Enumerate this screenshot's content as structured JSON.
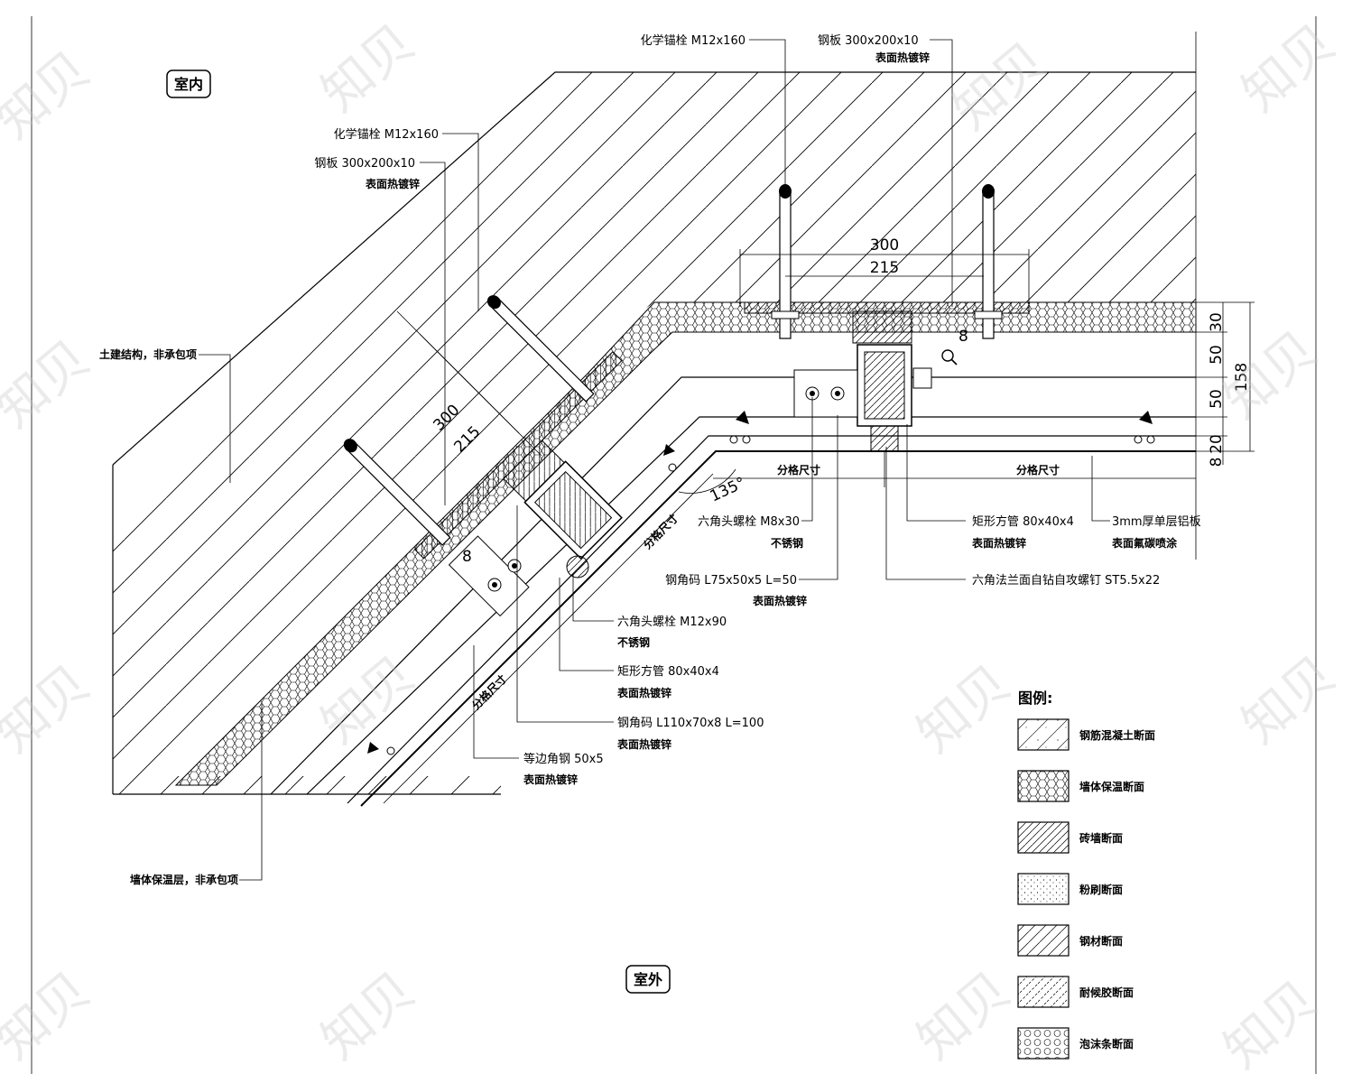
{
  "labels": {
    "indoor": "室内",
    "outdoor": "室外",
    "anchor_top": "化学锚栓 M12x160",
    "plate_top": "钢板 300x200x10",
    "plate_top_finish": "表面热镀锌",
    "anchor_left": "化学锚栓 M12x160",
    "plate_left": "钢板 300x200x10",
    "plate_left_finish": "表面热镀锌",
    "civil_structure": "土建结构，非承包项",
    "wall_insulation": "墙体保温层，非承包项",
    "bolt_m8": "六角头螺栓 M8x30",
    "bolt_m8_mat": "不锈钢",
    "angle_l75": "钢角码 L75x50x5 L=50",
    "angle_l75_finish": "表面热镀锌",
    "tube_right": "矩形方管 80x40x4",
    "tube_right_finish": "表面热镀锌",
    "alu_panel": "3mm厚单层铝板",
    "alu_panel_finish": "表面氟碳喷涂",
    "screw": "六角法兰面自钻自攻螺钉 ST5.5x22",
    "bolt_m12": "六角头螺栓 M12x90",
    "bolt_m12_mat": "不锈钢",
    "tube_left": "矩形方管 80x40x4",
    "tube_left_finish": "表面热镀锌",
    "angle_l110": "钢角码 L110x70x8 L=100",
    "angle_l110_finish": "表面热镀锌",
    "equal_angle": "等边角钢 50x5",
    "equal_angle_finish": "表面热镀锌"
  },
  "dimensions": {
    "d300_top": "300",
    "d215_top": "215",
    "d300_diag": "300",
    "d215_diag": "215",
    "d8_top": "8",
    "d8_diag": "8",
    "d30": "30",
    "d50a": "50",
    "d50b": "50",
    "d20": "20",
    "d8_side": "8",
    "d158": "158",
    "angle": "135°",
    "grid_a": "分格尺寸",
    "grid_b": "分格尺寸",
    "grid_c": "分格尺寸",
    "grid_d": "分格尺寸"
  },
  "legend": {
    "title": "图例:",
    "items": [
      {
        "label": "钢筋混凝土断面",
        "pattern": "concrete"
      },
      {
        "label": "墙体保温断面",
        "pattern": "hex"
      },
      {
        "label": "砖墙断面",
        "pattern": "hatch"
      },
      {
        "label": "粉刷断面",
        "pattern": "dots"
      },
      {
        "label": "钢材断面",
        "pattern": "hatch-sparse"
      },
      {
        "label": "耐候胶断面",
        "pattern": "hatch-dash"
      },
      {
        "label": "泡沫条断面",
        "pattern": "circles"
      }
    ]
  },
  "watermark": "知贝"
}
